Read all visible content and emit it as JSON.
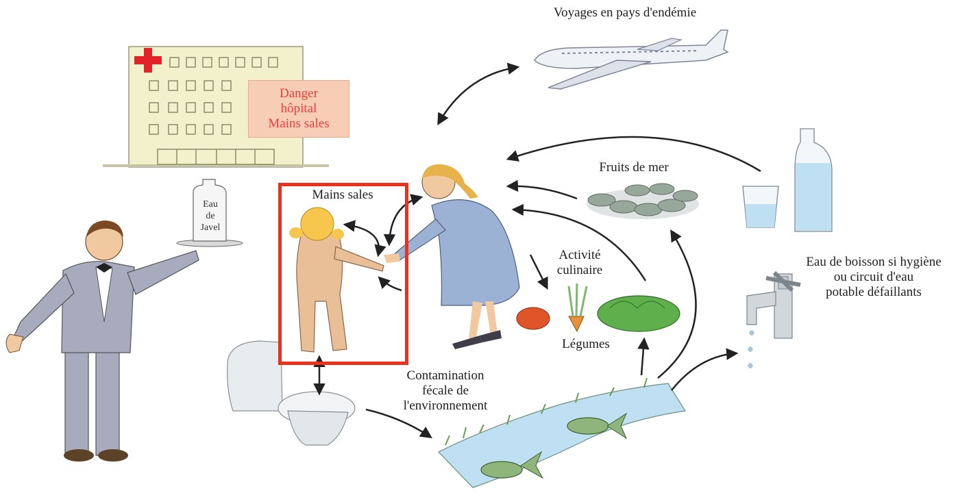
{
  "labels": {
    "travel": "Voyages en pays d'endémie",
    "hospital_sign": [
      "Danger",
      "hôpital",
      "Mains sales"
    ],
    "bleach_bottle": [
      "Eau",
      "de",
      "Javel"
    ],
    "dirty_hands": "Mains sales",
    "seafood": "Fruits de mer",
    "cooking": [
      "Activité",
      "culinaire"
    ],
    "vegetables": "Légumes",
    "fecal": [
      "Contamination",
      "fécale de",
      "l'environnement"
    ],
    "water": [
      "Eau de boisson si hygiène",
      "ou circuit d'eau",
      "potable défaillants"
    ]
  },
  "colors": {
    "highlight": "#e8321f",
    "sign_text": "#e8403a",
    "sign_bg": "#f7cdb5",
    "suit": "#a7abbd",
    "dress": "#9cb2d4",
    "water": "#bfe0f2",
    "fish": "#8fb57c",
    "lettuce": "#5fb04c"
  }
}
